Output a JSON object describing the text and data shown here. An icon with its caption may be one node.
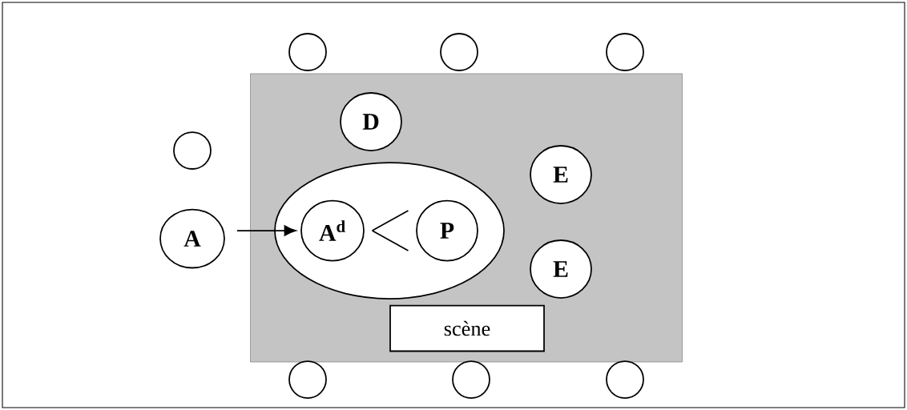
{
  "diagram": {
    "nodes": [
      {
        "text": [],
        "shape": "circle"
      },
      {
        "text": [],
        "shape": "circle"
      },
      {
        "text": [],
        "shape": "circle"
      },
      {
        "text": [],
        "shape": "box"
      },
      {
        "text": [
          "D"
        ],
        "in": 3
      },
      {
        "text": [],
        "shape": "circle"
      },
      {
        "text": [
          "E"
        ],
        "in": 3
      },
      {
        "text": [],
        "shape": "ellipse",
        "in": 3
      },
      {
        "text": [
          "A"
        ]
      },
      {
        "text": [
          "A$^{d}$"
        ],
        "in": 7
      },
      {
        "text": [
          "P"
        ],
        "in": 7
      },
      {
        "text": [
          "E"
        ],
        "in": 3
      },
      {
        "text": [
          "scène"
        ],
        "in": 3
      },
      {
        "text": [],
        "shape": "circle"
      },
      {
        "text": [],
        "shape": "circle"
      },
      {
        "text": [],
        "shape": "circle"
      }
    ],
    "edges": [
      {
        "from": 8,
        "to": 9,
        "arrow": "to"
      },
      {
        "from": 10,
        "to": 9,
        "arrow": "none"
      }
    ]
  }
}
